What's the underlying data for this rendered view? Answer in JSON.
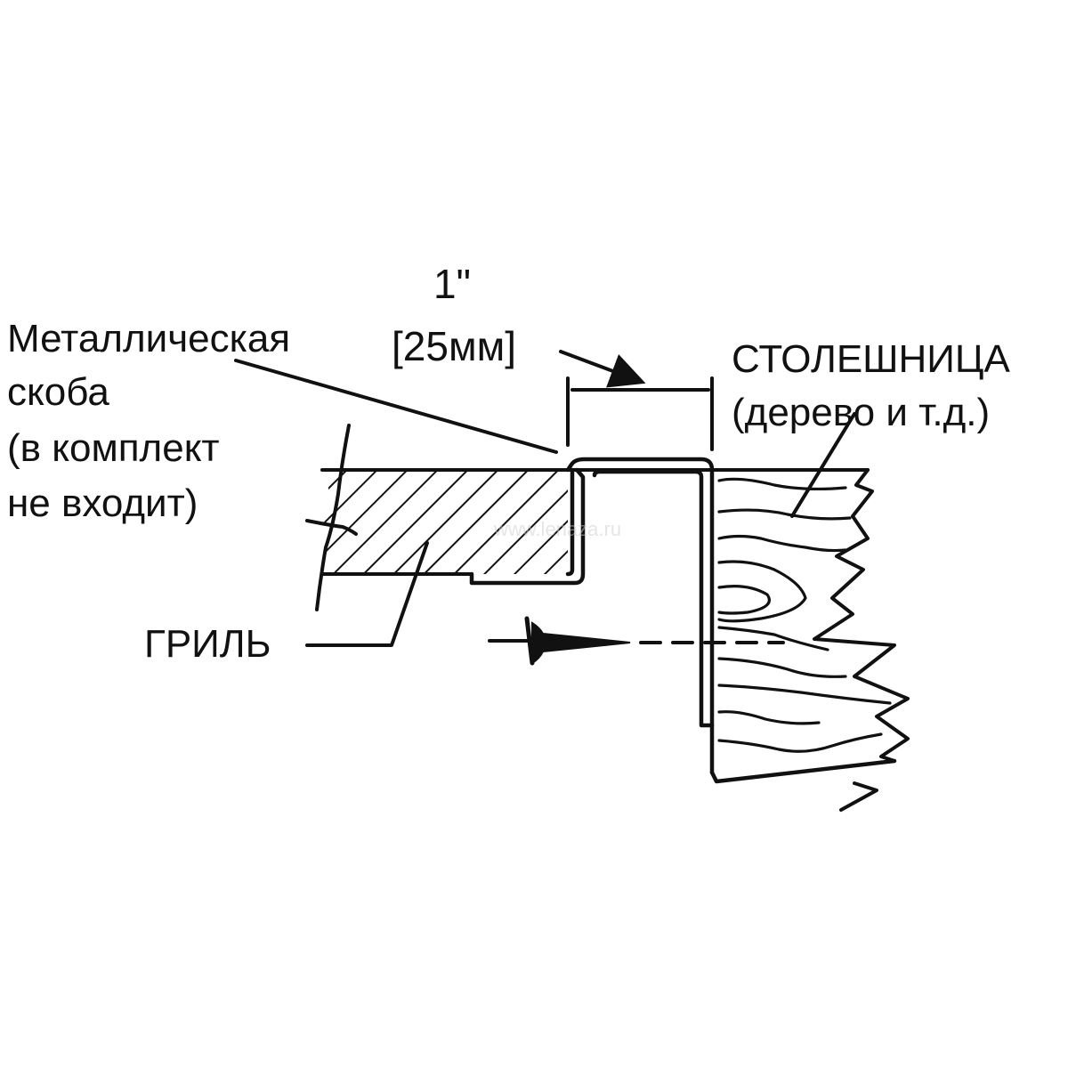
{
  "labels": {
    "bracket": [
      "Металлическая",
      "скоба",
      "(в комплект",
      "не входит)"
    ],
    "dimension_in": "1\"",
    "dimension_mm": "[25мм]",
    "countertop": [
      "СТОЛЕШНИЦА",
      "(дерево и т.д.)"
    ],
    "grill": "ГРИЛЬ"
  },
  "watermark": "www.lenaza.ru",
  "colors": {
    "line": "#111111",
    "background": "#ffffff"
  }
}
